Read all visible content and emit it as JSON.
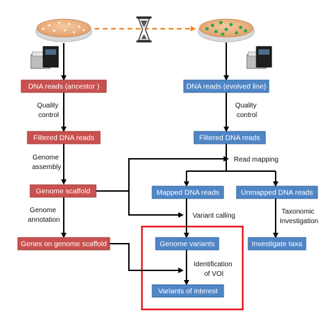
{
  "colors": {
    "ancestor_box": "#c9514f",
    "evolved_box": "#4f86c6",
    "highlight_frame": "#e31b1b",
    "timeline_arrow": "#f08a1e",
    "arrows": "#000000"
  },
  "icons": {
    "ancestor_plate": "petri-dish-icon",
    "evolved_plate": "petri-dish-icon",
    "hourglass": "hourglass-icon",
    "sequencer_left": "dna-sequencer-icon",
    "sequencer_right": "dna-sequencer-icon"
  },
  "nodes": {
    "dna_reads_ancestor": "DNA reads (ancestor )",
    "filtered_dna_reads_left": "Filtered DNA reads",
    "genome_scaffold": "Genome scaffold",
    "genes_on_scaffold": "Genes on genome scaffold",
    "dna_reads_evolved": "DNA reads (evolved  line)",
    "filtered_dna_reads_right": "Filtered DNA reads",
    "mapped_dna_reads": "Mapped DNA reads",
    "unmapped_dna_reads": "Unmapped DNA reads",
    "genome_variants": "Genome variants",
    "investigate_taxa": "Investigate taxa",
    "variants_of_interest": "Variants of interest"
  },
  "steps": {
    "quality_control_left": [
      "Quality",
      "control"
    ],
    "genome_assembly": [
      "Genome",
      "assembly"
    ],
    "genome_annotation": [
      "Genome",
      "annotation"
    ],
    "quality_control_right": [
      "Quality",
      "control"
    ],
    "read_mapping": [
      "Read mapping"
    ],
    "variant_calling": [
      "Variant calling"
    ],
    "taxonomic_investigation": [
      "Taxonomic",
      "Investigation"
    ],
    "identification_voi": [
      "Identification",
      "of VOI"
    ]
  }
}
